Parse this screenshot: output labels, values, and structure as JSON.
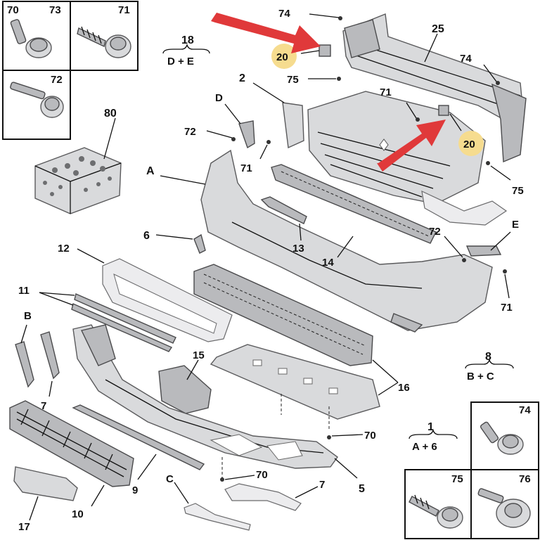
{
  "labels": {
    "p70": "70",
    "p73": "73",
    "p71_box": "71",
    "p72_box": "72",
    "p80": "80",
    "p18": "18",
    "g18": "D + E",
    "p74_top": "74",
    "p20_top": "20",
    "p25": "25",
    "p74_right": "74",
    "p75_top": "75",
    "p2": "2",
    "p71_mid": "71",
    "p20_right": "20",
    "pD": "D",
    "p72_left": "72",
    "p71_left": "71",
    "pA": "A",
    "p75_right": "75",
    "p6": "6",
    "p13": "13",
    "p14": "14",
    "p72_right": "72",
    "pE": "E",
    "p71_right": "71",
    "p12": "12",
    "p11": "11",
    "pB": "B",
    "p7_left": "7",
    "p15": "15",
    "p16": "16",
    "p8": "8",
    "g8": "B + C",
    "p70_bottom": "70",
    "p1": "1",
    "g1": "A + 6",
    "p74_box": "74",
    "p75_box": "75",
    "p76_box": "76",
    "p70_lower": "70",
    "p7_bottom": "7",
    "p5": "5",
    "pC": "C",
    "p9": "9",
    "p10": "10",
    "p17": "17"
  },
  "colors": {
    "arrow": "#e0393a",
    "highlight": "#f6dc8f",
    "part": "#d9dadc"
  }
}
